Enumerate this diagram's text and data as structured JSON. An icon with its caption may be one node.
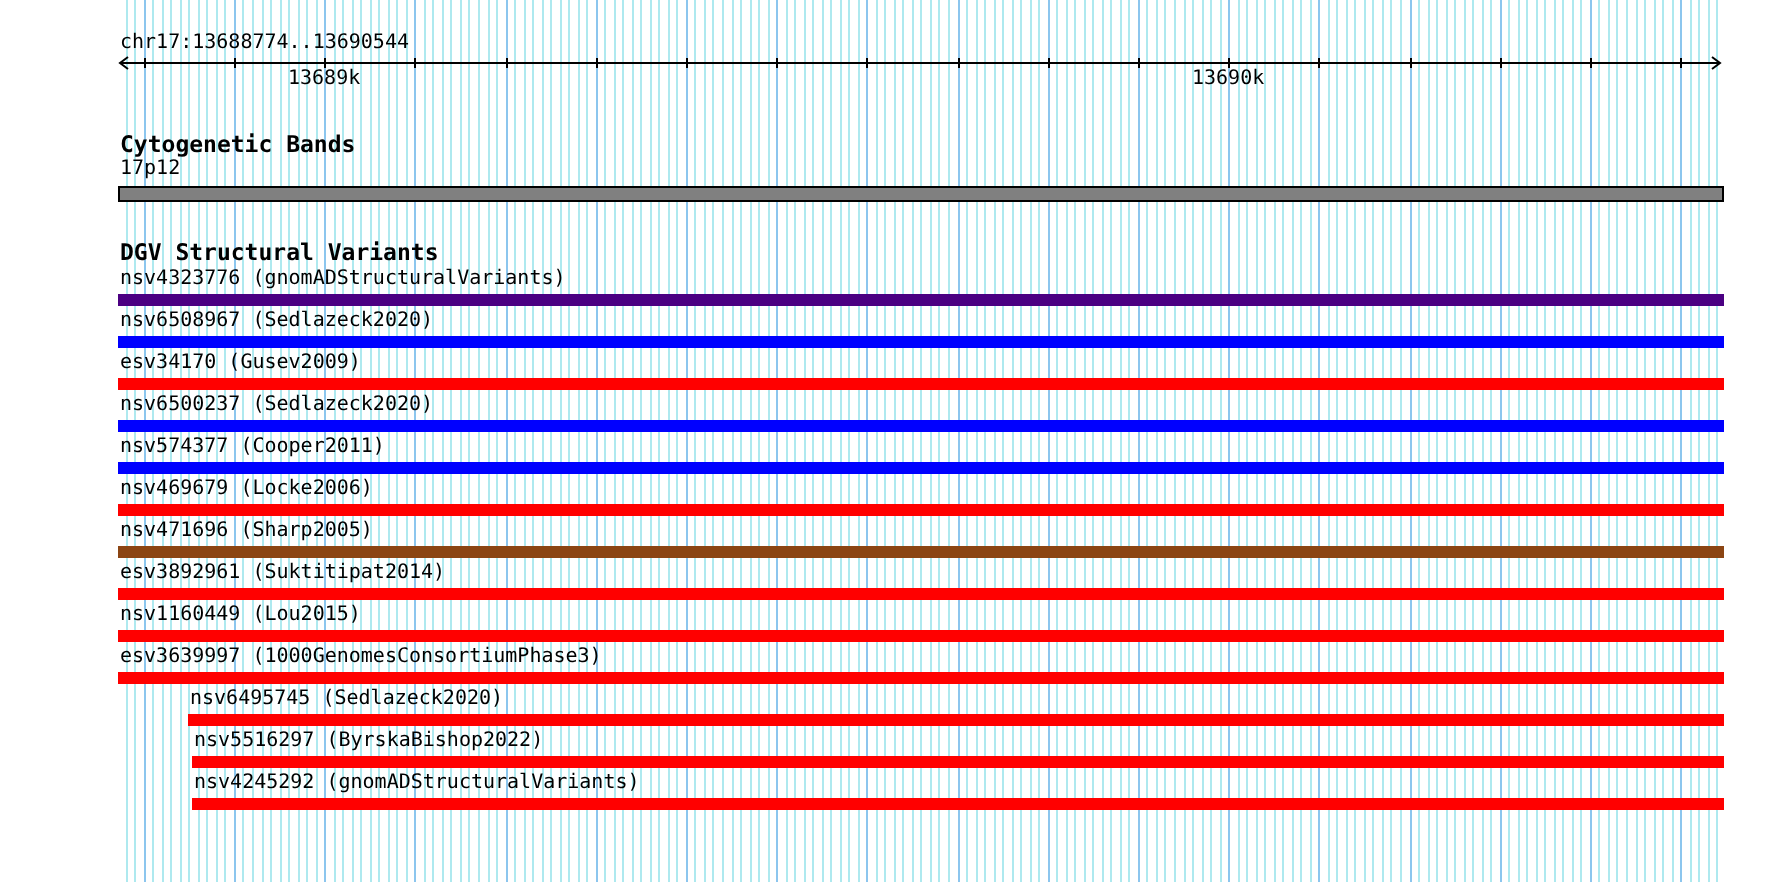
{
  "diagram": {
    "nodes": [
      {
        "text": [
          "17p12"
        ]
      },
      {
        "text": [
          "nsv4323776 (gnomADStructuralVariants)"
        ]
      },
      {
        "text": [
          "nsv6508967 (Sedlazeck2020)"
        ]
      },
      {
        "text": [
          "esv34170 (Gusev2009)"
        ]
      },
      {
        "text": [
          "nsv6500237 (Sedlazeck2020)"
        ]
      },
      {
        "text": [
          "nsv574377 (Cooper2011)"
        ]
      },
      {
        "text": [
          "nsv469679 (Locke2006)"
        ]
      },
      {
        "text": [
          "nsv471696 (Sharp2005)"
        ]
      },
      {
        "text": [
          "esv3892961 (Suktitipat2014)"
        ]
      },
      {
        "text": [
          "nsv1160449 (Lou2015)"
        ]
      },
      {
        "text": [
          "esv3639997 (1000GenomesConsortiumPhase3)"
        ]
      },
      {
        "text": [
          "nsv6495745 (Sedlazeck2020)"
        ]
      },
      {
        "text": [
          "nsv5516297 (ByrskaBishop2022)"
        ]
      },
      {
        "text": [
          "nsv4245292 (gnomADStructuralVariants)"
        ]
      }
    ],
    "labels": [
      "chr17:13688774..13690544",
      "13689k",
      "13690k",
      "Cytogenetic Bands",
      "DGV Structural Variants"
    ]
  }
}
